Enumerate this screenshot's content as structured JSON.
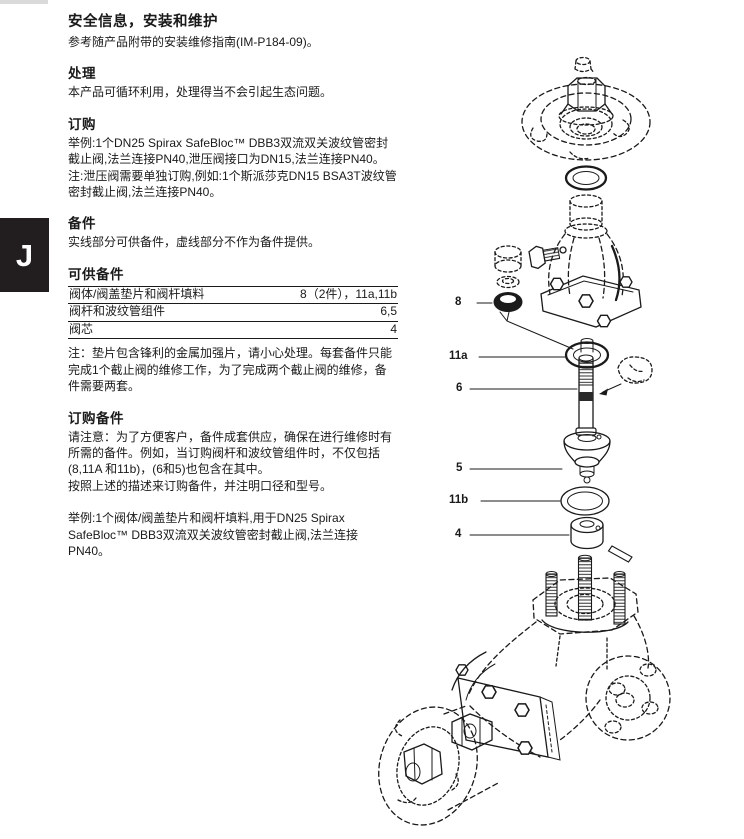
{
  "page": {
    "tab_letter": "J"
  },
  "sections": {
    "safety": {
      "title": "安全信息，安装和维护",
      "body": "参考随产品附带的安装维修指南(IM-P184-09)。"
    },
    "disposal": {
      "title": "处理",
      "body": "本产品可循环利用，处理得当不会引起生态问题。"
    },
    "ordering": {
      "title": "订购",
      "body1": "举例:1个DN25 Spirax SafeBloc™ DBB3双流双关波纹管密封截止阀,法兰连接PN40,泄压阀接口为DN15,法兰连接PN40。",
      "body2": "注:泄压阀需要单独订购,例如:1个斯派莎克DN15 BSA3T波纹管密封截止阀,法兰连接PN40。"
    },
    "spares": {
      "title": "备件",
      "body": "实线部分可供备件，虚线部分不作为备件提供。"
    },
    "available_spares": {
      "title": "可供备件",
      "rows": [
        {
          "name": "阀体/阀盖垫片和阀杆填料",
          "ref": "8（2件），11a,11b"
        },
        {
          "name": "阀杆和波纹管组件",
          "ref": "6,5"
        },
        {
          "name": "阀芯",
          "ref": "4"
        }
      ],
      "note": "注：垫片包含锋利的金属加强片，请小心处理。每套备件只能完成1个截止阀的维修工作，为了完成两个截止阀的维修，备件需要两套。"
    },
    "how_to_order": {
      "title": "订购备件",
      "body1": "请注意：为了方便客户，备件成套供应，确保在进行维修时有所需的备件。例如，当订购阀杆和波纹管组件时，不仅包括(8,11A 和11b)，(6和5)也包含在其中。",
      "body2": "按照上述的描述来订购备件，并注明口径和型号。",
      "body3": "举例:1个阀体/阀盖垫片和阀杆填料,用于DN25 Spirax SafeBloc™ DBB3双流双关波纹管密封截止阀,法兰连接PN40。"
    }
  },
  "diagram": {
    "labels": [
      "8",
      "11a",
      "6",
      "5",
      "11b",
      "4"
    ]
  }
}
